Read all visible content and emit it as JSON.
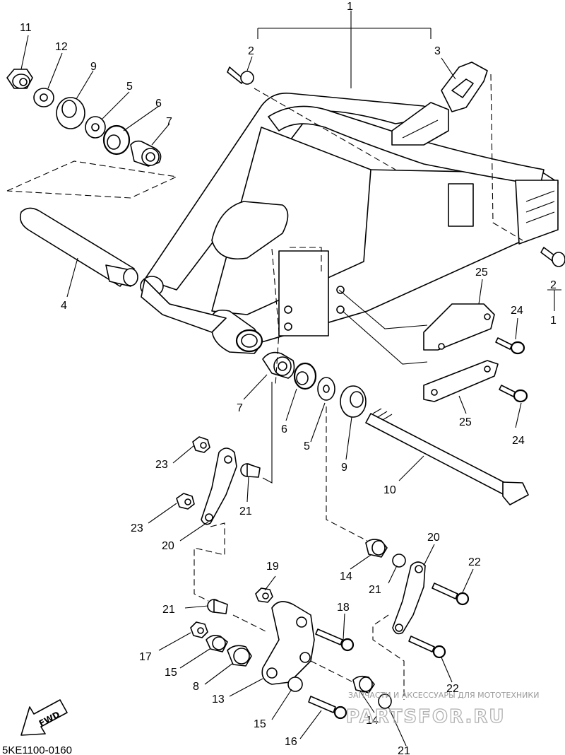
{
  "diagram": {
    "code": "5KE1100-0160",
    "fwd_label": "FWD",
    "watermark_caption": "ЗАПЧАСТИ И АКСЕССУАРЫ ДЛЯ МОТОТЕХНИКИ",
    "watermark_logo": "PARTSFOR.RU",
    "callouts": [
      {
        "id": "c1a",
        "text": "1"
      },
      {
        "id": "c1b",
        "text": "1"
      },
      {
        "id": "c2a",
        "text": "2"
      },
      {
        "id": "c2b",
        "text": "2"
      },
      {
        "id": "c3",
        "text": "3"
      },
      {
        "id": "c4",
        "text": "4"
      },
      {
        "id": "c5a",
        "text": "5"
      },
      {
        "id": "c5b",
        "text": "5"
      },
      {
        "id": "c6a",
        "text": "6"
      },
      {
        "id": "c6b",
        "text": "6"
      },
      {
        "id": "c7a",
        "text": "7"
      },
      {
        "id": "c7b",
        "text": "7"
      },
      {
        "id": "c8",
        "text": "8"
      },
      {
        "id": "c9a",
        "text": "9"
      },
      {
        "id": "c9b",
        "text": "9"
      },
      {
        "id": "c10",
        "text": "10"
      },
      {
        "id": "c11",
        "text": "11"
      },
      {
        "id": "c12",
        "text": "12"
      },
      {
        "id": "c13",
        "text": "13"
      },
      {
        "id": "c14a",
        "text": "14"
      },
      {
        "id": "c14b",
        "text": "14"
      },
      {
        "id": "c15a",
        "text": "15"
      },
      {
        "id": "c15b",
        "text": "15"
      },
      {
        "id": "c16",
        "text": "16"
      },
      {
        "id": "c17",
        "text": "17"
      },
      {
        "id": "c18",
        "text": "18"
      },
      {
        "id": "c19",
        "text": "19"
      },
      {
        "id": "c20a",
        "text": "20"
      },
      {
        "id": "c20b",
        "text": "20"
      },
      {
        "id": "c21a",
        "text": "21"
      },
      {
        "id": "c21b",
        "text": "21"
      },
      {
        "id": "c21c",
        "text": "21"
      },
      {
        "id": "c21d",
        "text": "21"
      },
      {
        "id": "c22a",
        "text": "22"
      },
      {
        "id": "c22b",
        "text": "22"
      },
      {
        "id": "c23a",
        "text": "23"
      },
      {
        "id": "c23b",
        "text": "23"
      },
      {
        "id": "c24a",
        "text": "24"
      },
      {
        "id": "c24b",
        "text": "24"
      },
      {
        "id": "c25a",
        "text": "25"
      },
      {
        "id": "c25b",
        "text": "25"
      }
    ]
  }
}
